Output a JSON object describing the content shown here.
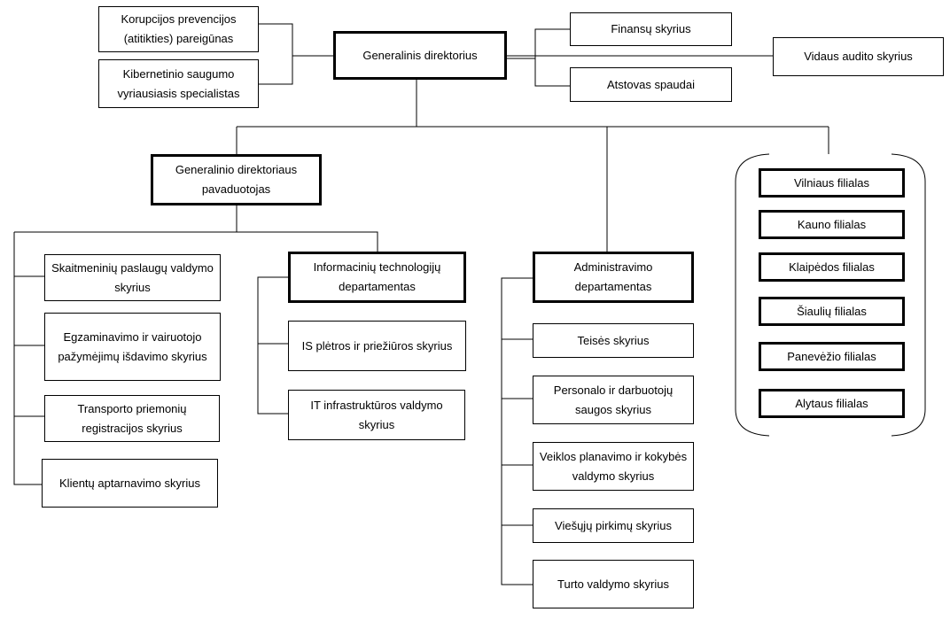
{
  "orgchart": {
    "top": {
      "director": "Generalinis direktorius",
      "corruption_officer": "Korupcijos prevencijos (atitikties) pareigūnas",
      "cyber_specialist": "Kibernetinio saugumo vyriausiasis specialistas",
      "finance": "Finansų skyrius",
      "press": "Atstovas spaudai",
      "internal_audit": "Vidaus audito skyrius"
    },
    "deputy": {
      "title": "Generalinio direktoriaus pavaduotojas",
      "units": [
        "Skaitmeninių paslaugų valdymo skyrius",
        "Egzaminavimo ir vairuotojo pažymėjimų išdavimo skyrius",
        "Transporto priemonių registracijos skyrius",
        "Klientų aptarnavimo skyrius"
      ]
    },
    "it": {
      "title": "Informacinių technologijų departamentas",
      "units": [
        "IS plėtros ir priežiūros skyrius",
        "IT infrastruktūros valdymo skyrius"
      ]
    },
    "admin": {
      "title": "Administravimo departamentas",
      "units": [
        "Teisės skyrius",
        "Personalo ir darbuotojų saugos skyrius",
        "Veiklos planavimo ir kokybės valdymo skyrius",
        "Viešųjų pirkimų skyrius",
        "Turto valdymo skyrius"
      ]
    },
    "branches": [
      "Vilniaus filialas",
      "Kauno filialas",
      "Klaipėdos filialas",
      "Šiaulių filialas",
      "Panevėžio filialas",
      "Alytaus filialas"
    ]
  }
}
